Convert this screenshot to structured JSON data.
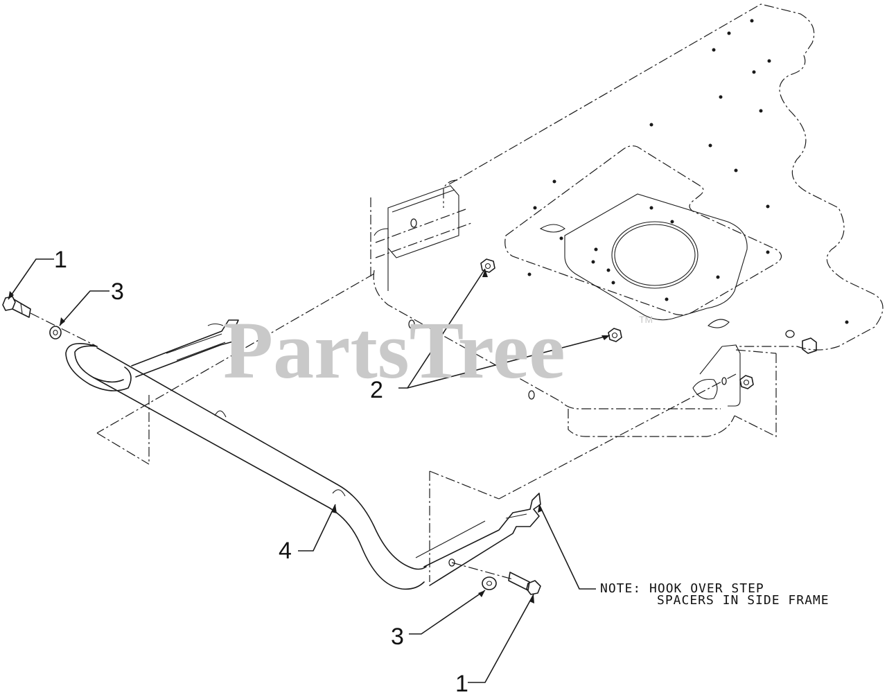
{
  "watermark": {
    "text": "PartsTree",
    "mark": "TM"
  },
  "callouts": [
    {
      "id": "c1a",
      "label": "1",
      "part": "bolt"
    },
    {
      "id": "c3a",
      "label": "3",
      "part": "washer"
    },
    {
      "id": "c2",
      "label": "2",
      "part": "nut"
    },
    {
      "id": "c4",
      "label": "4",
      "part": "tow-bar"
    },
    {
      "id": "c3b",
      "label": "3",
      "part": "washer"
    },
    {
      "id": "c1b",
      "label": "1",
      "part": "bolt"
    }
  ],
  "note": {
    "line1": "NOTE: HOOK OVER STEP",
    "line2": "SPACERS IN SIDE FRAME"
  },
  "colors": {
    "ink": "#1a1a1a",
    "watermark": "#c9c9c9",
    "background": "#ffffff"
  }
}
